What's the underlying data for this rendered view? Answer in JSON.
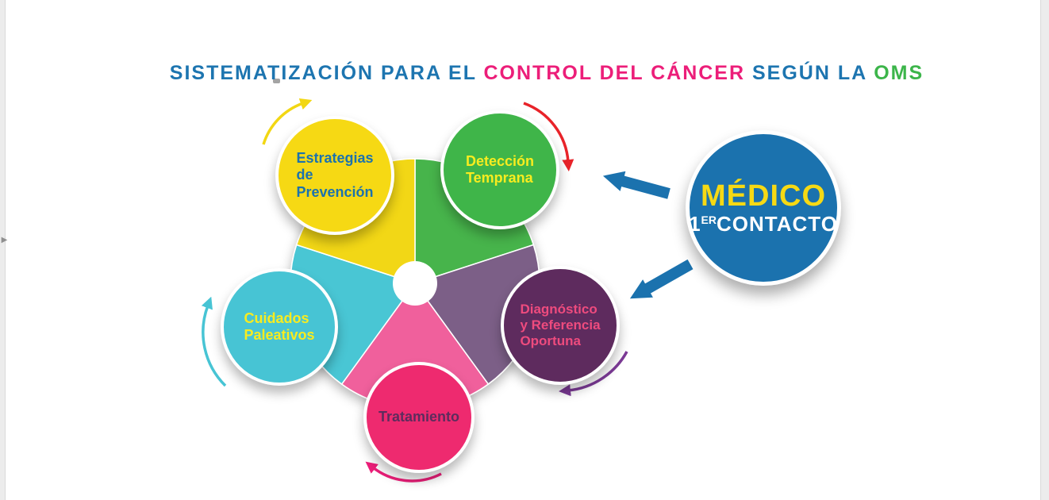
{
  "title": {
    "segments": [
      {
        "text": "SISTEMATIZACIÓN PARA EL ",
        "color": "#1d75b0"
      },
      {
        "text": "CONTROL DEL CÁNCER ",
        "color": "#ec1e79"
      },
      {
        "text": "SEGÚN LA ",
        "color": "#1d75b0"
      },
      {
        "text": "OMS",
        "color": "#3cb54a"
      }
    ]
  },
  "wheel": {
    "center_color": "#ffffff",
    "segments": [
      {
        "name": "deteccion-temprana",
        "color": "#46b44b"
      },
      {
        "name": "diagnostico-referencia",
        "color": "#7b5f87"
      },
      {
        "name": "tratamiento",
        "color": "#f0619c"
      },
      {
        "name": "cuidados-paleativos",
        "color": "#4ac6d4"
      },
      {
        "name": "estrategias-prevencion",
        "color": "#f2d713"
      }
    ]
  },
  "nodes": [
    {
      "id": "estrategias-prevencion",
      "label": "Estrategias\nde\nPrevención",
      "fill": "#f6d914",
      "text_color": "#1b72ae"
    },
    {
      "id": "deteccion-temprana",
      "label": "Detección\nTemprana",
      "fill": "#3fb549",
      "text_color": "#f8ec1f"
    },
    {
      "id": "diagnostico-referencia",
      "label": "Diagnóstico\ny Referencia\nOportuna",
      "fill": "#5e2b5e",
      "text_color": "#ee4b7e"
    },
    {
      "id": "tratamiento",
      "label": "Tratamiento",
      "fill": "#ee2a6f",
      "text_color": "#5d2c5d"
    },
    {
      "id": "cuidados-paleativos",
      "label": "Cuidados\nPaleativos",
      "fill": "#47c4d4",
      "text_color": "#f8ec1f"
    }
  ],
  "medico": {
    "title": "MÉDICO",
    "contact_number": "1",
    "contact_sup": "ER",
    "contact_word": "CONTACTO",
    "fill": "#1b72ae",
    "title_color": "#f6d914",
    "contact_color": "#ffffff"
  },
  "arrows": {
    "blue": "#1b72ae",
    "yellow": "#f2d713",
    "red": "#e82329",
    "purple": "#7c3a96",
    "magenta": "#ec1e79",
    "cyan": "#47c4d4"
  },
  "ui": {
    "collapse_arrow": "▶"
  }
}
